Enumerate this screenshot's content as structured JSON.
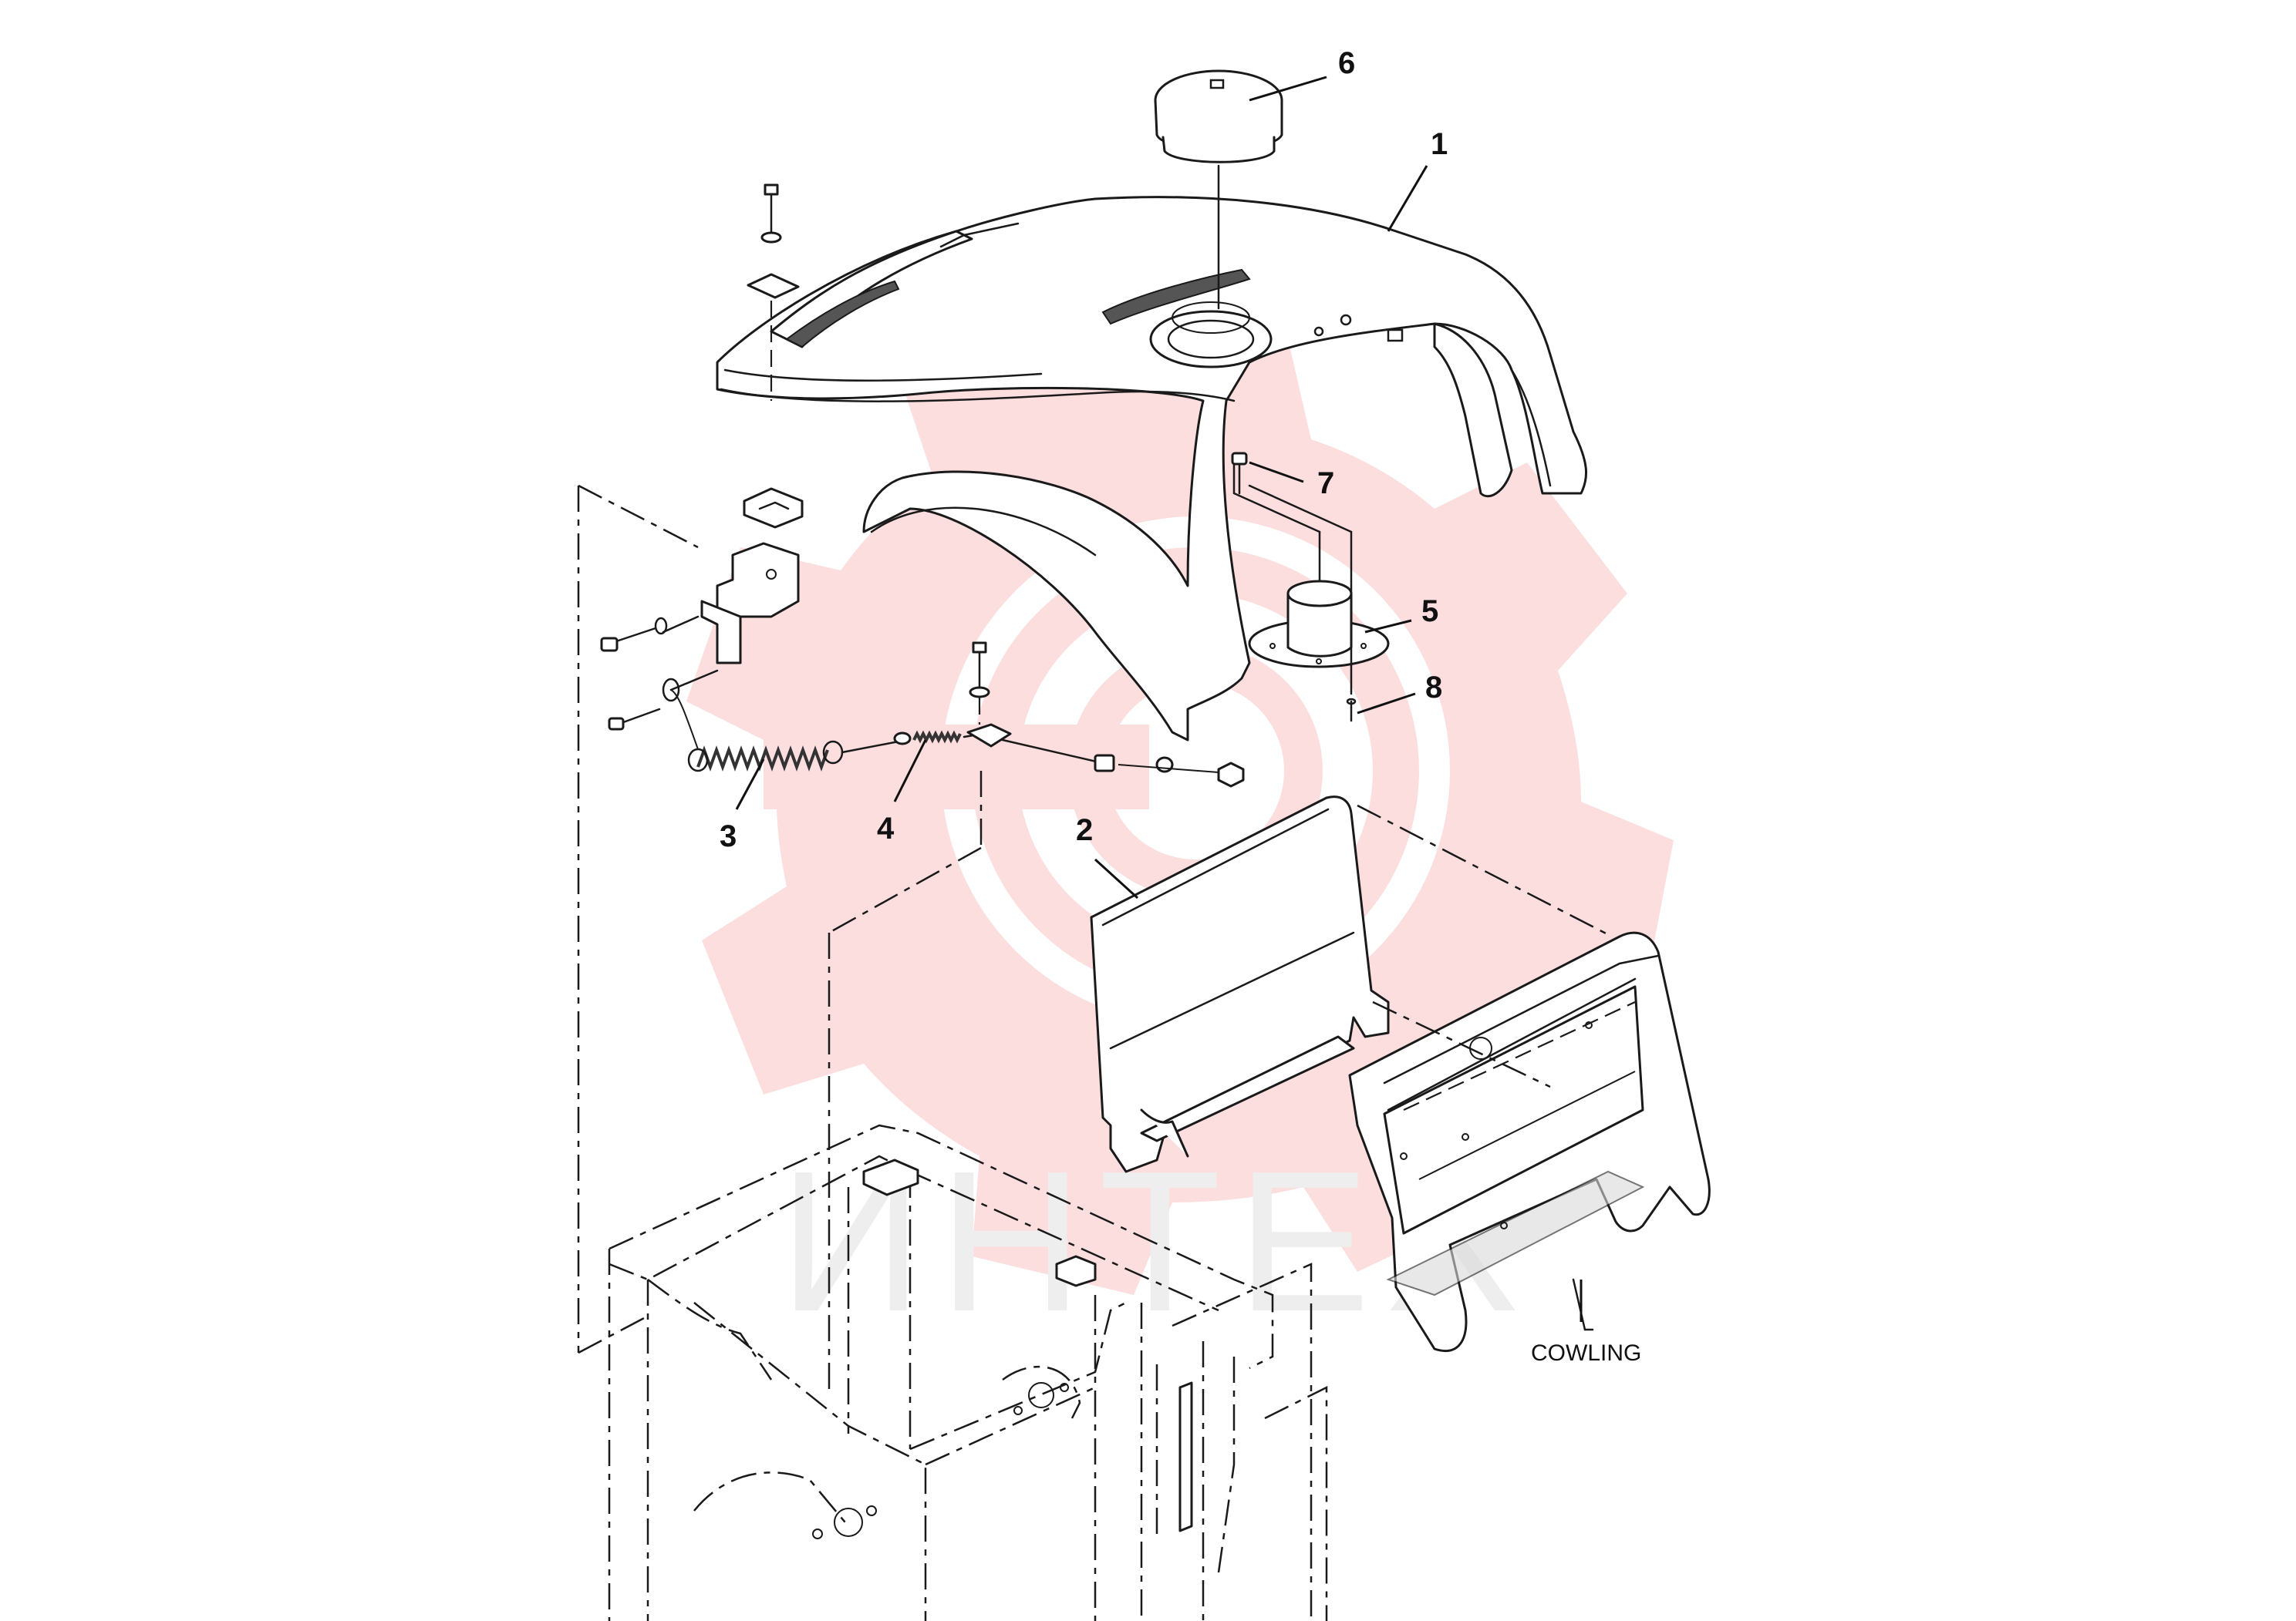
{
  "callouts": {
    "c1": "1",
    "c2": "2",
    "c3": "3",
    "c4": "4",
    "c5": "5",
    "c6": "6",
    "c7": "7",
    "c8": "8"
  },
  "labels": {
    "cowling": "COWLING"
  },
  "watermark": {
    "text": "ИНТЕХ",
    "color": "#f03a3a"
  },
  "icons": {
    "watermark_logo": "gear-logo-icon"
  }
}
